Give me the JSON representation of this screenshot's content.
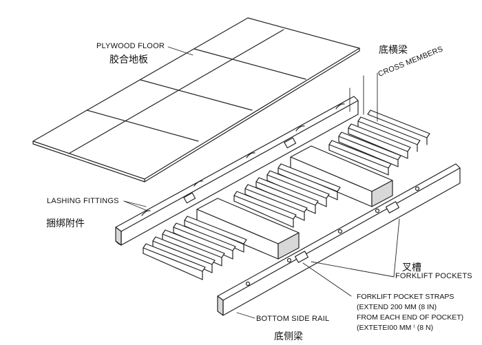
{
  "labels": {
    "plywood_floor": "PLYWOOD FLOOR",
    "plywood_floor_zh": "胶合地板",
    "cross_members_zh": "底横梁",
    "cross_members": "CROSS MEMBERS",
    "lashing_fittings": "LASHING FITTINGS",
    "lashing_fittings_zh": "捆绑附件",
    "forklift_pockets_zh": "叉槽",
    "forklift_pockets": "FORKLIFT POCKETS",
    "straps_lines": [
      "FORKLIFT POCKET STRAPS",
      "(EXTEND 200 MM (8 IN)",
      "FROM EACH END OF POCKET)",
      "(EXTETEI00 MM ⁽ (8 N)"
    ],
    "bottom_side_rail": "BOTTOM SIDE RAIL",
    "bottom_side_rail_zh": "底侧梁"
  },
  "colors": {
    "line": "#222222",
    "fill": "#ffffff",
    "shade": "#d8d8d8"
  }
}
